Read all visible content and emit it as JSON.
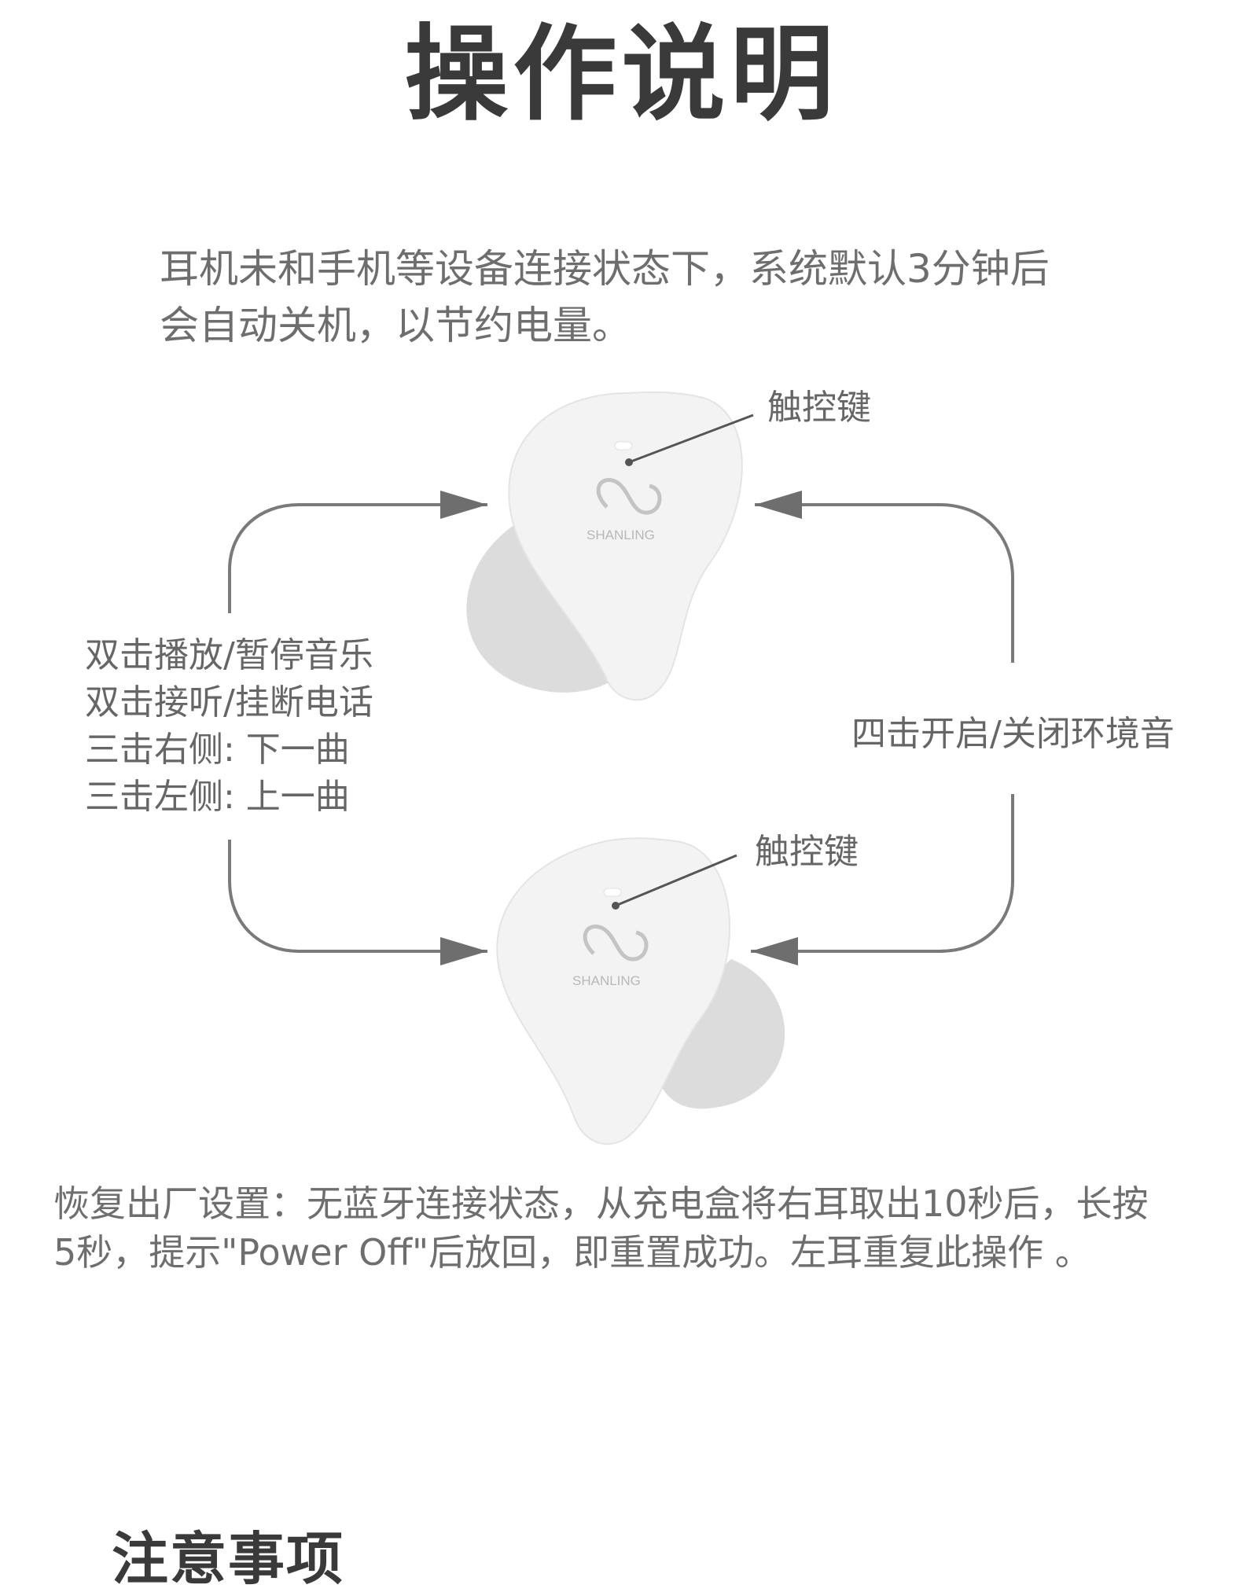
{
  "header": {
    "title": "操作说明"
  },
  "intro": {
    "lines": [
      "耳机未和手机等设备连接状态下，系统默认3分钟后",
      "会自动关机，以节约电量。"
    ]
  },
  "diagram": {
    "touch_key_top": "触控键",
    "touch_key_bottom": "触控键",
    "brand_logo_text": "SHANLING",
    "left_operations": [
      "双击播放/暂停音乐",
      "双击接听/挂断电话",
      "三击右侧: 下一曲",
      "三击左侧: 上一曲"
    ],
    "right_operation": "四击开启/关闭环境音",
    "colors": {
      "arrow": "#7a7a7a",
      "earbud_body": "#f1f1f1",
      "earbud_shadow": "#dadada"
    }
  },
  "reset": {
    "lines": [
      "恢复出厂设置：无蓝牙连接状态，从充电盒将右耳取出10秒后，长按",
      "5秒，提示\"Power Off\"后放回，即重置成功。左耳重复此操作 。"
    ]
  },
  "notes": {
    "title": "注意事项"
  }
}
